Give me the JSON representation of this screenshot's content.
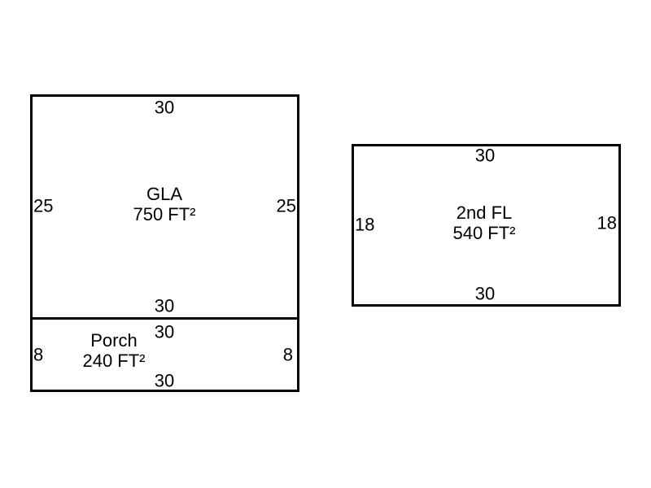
{
  "sketch": {
    "background_color": "#ffffff",
    "line_color": "#000000",
    "text_color": "#000000",
    "areas": [
      {
        "id": "gla",
        "name": "GLA",
        "area": "750 FT²",
        "dim_top": "30",
        "dim_bottom": "30",
        "dim_left": "25",
        "dim_right": "25"
      },
      {
        "id": "porch",
        "name": "Porch",
        "area": "240 FT²",
        "dim_top": "30",
        "dim_bottom": "30",
        "dim_left": "8",
        "dim_right": "8"
      },
      {
        "id": "second_floor",
        "name": "2nd FL",
        "area": "540 FT²",
        "dim_top": "30",
        "dim_bottom": "30",
        "dim_left": "18",
        "dim_right": "18"
      }
    ]
  }
}
